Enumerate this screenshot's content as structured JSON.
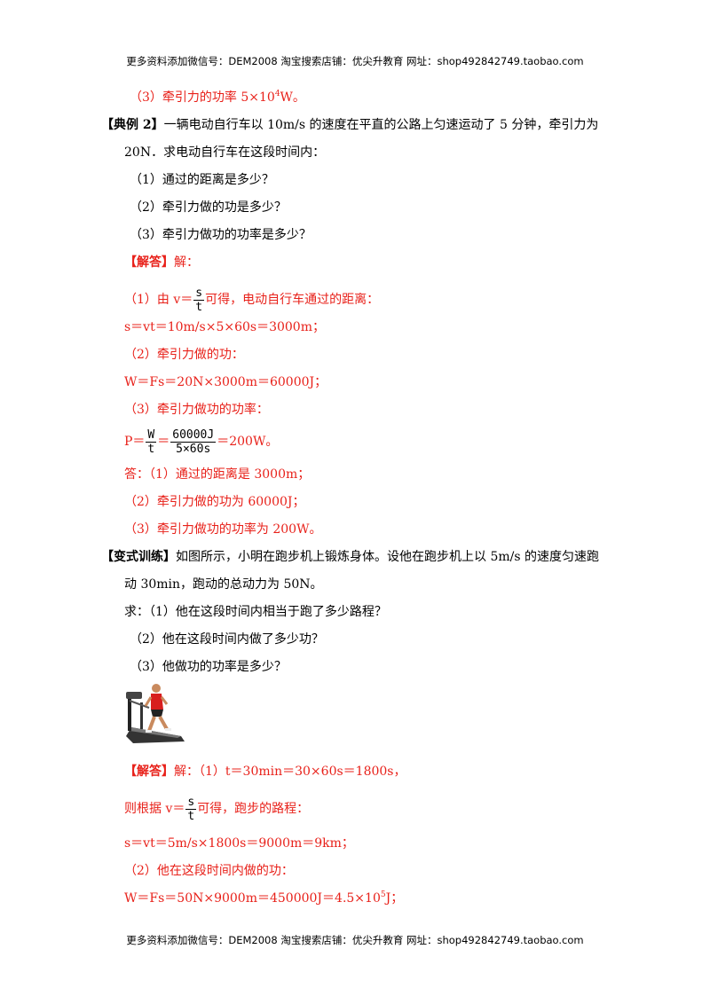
{
  "header": {
    "text": "更多资料添加微信号：DEM2008   淘宝搜索店铺：优尖升教育  网址：shop492842749.taobao.com"
  },
  "footer": {
    "text": "更多资料添加微信号：DEM2008   淘宝搜索店铺：优尖升教育  网址：shop492842749.taobao.com"
  },
  "l1": {
    "a": "（3）牵引力的功率 5×10",
    "sup": "4",
    "b": "W。"
  },
  "ex2": {
    "tag": "【典例 2】",
    "l1": "一辆电动自行车以 10m/s 的速度在平直的公路上匀速运动了 5 分钟，牵引力为",
    "l2": "20N．求电动自行车在这段时间内：",
    "q1": "（1）通过的距离是多少？",
    "q2": "（2）牵引力做的功是多少？",
    "q3": "（3）牵引力做功的功率是多少？"
  },
  "ans2": {
    "tag": "【解答】",
    "tag2": "解：",
    "s1a": "（1）由 v＝",
    "frac1n": "s",
    "frac1d": "t",
    "s1b": "可得，电动自行车通过的距离：",
    "s2": "s＝vt＝10m/s×5×60s＝3000m；",
    "s3": "（2）牵引力做的功：",
    "s4": "W＝Fs＝20N×3000m＝60000J；",
    "s5": "（3）牵引力做功的功率：",
    "s6a": "P＝",
    "f2n": "W",
    "f2d": "t",
    "s6b": "＝",
    "f3n": "60000J",
    "f3d": "5×60s",
    "s6c": "＝200W。",
    "a1": "答：（1）通过的距离是 3000m；",
    "a2": "（2）牵引力做的功为 60000J；",
    "a3": "（3）牵引力做功的功率为 200W。"
  },
  "var": {
    "tag": "【变式训练】",
    "l1": "如图所示，小明在跑步机上锻炼身体。设他在跑步机上以 5m/s 的速度匀速跑",
    "l2": "动 30min，跑动的总动力为 50N。",
    "q1": "求：（1）他在这段时间内相当于跑了多少路程？",
    "q2": "（2）他在这段时间内做了多少功？",
    "q3": "（3）他做功的功率是多少？"
  },
  "ans3": {
    "tag": "【解答】",
    "t1": "解：（1）t＝30min＝30×60s＝1800s，",
    "s1a": "则根据 v＝",
    "fn": "s",
    "fd": "t",
    "s1b": "可得，跑步的路程：",
    "s2": "s＝vt＝5m/s×1800s＝9000m＝9km；",
    "s3": "（2）他在这段时间内做的功：",
    "s4a": "W＝Fs＝50N×9000m＝450000J＝4.5×10",
    "s4sup": "5",
    "s4b": "J；"
  }
}
